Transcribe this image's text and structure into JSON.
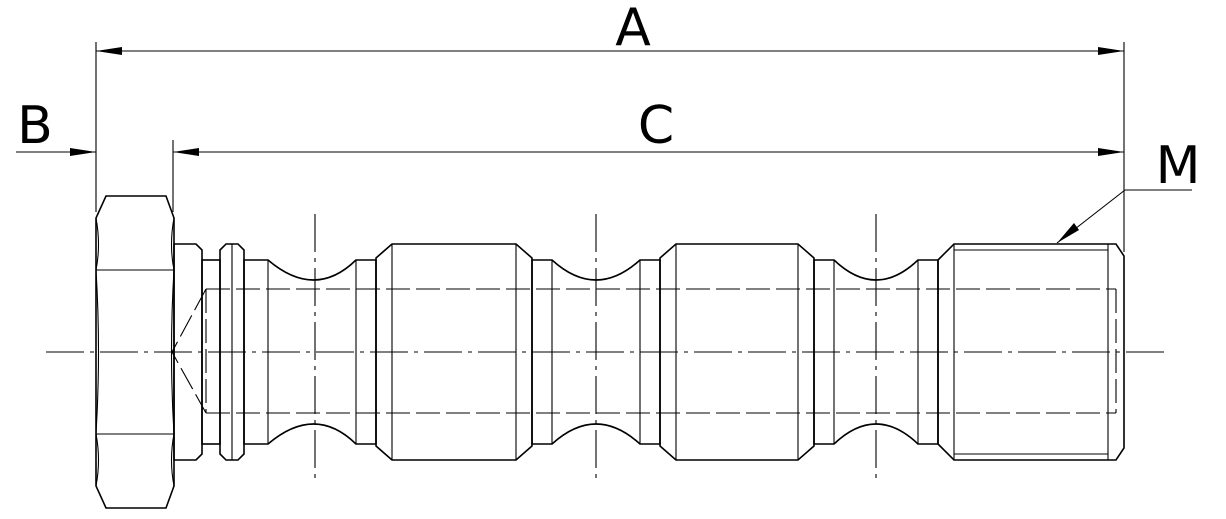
{
  "labels": {
    "A": "A",
    "B": "B",
    "C": "C",
    "M": "M"
  }
}
